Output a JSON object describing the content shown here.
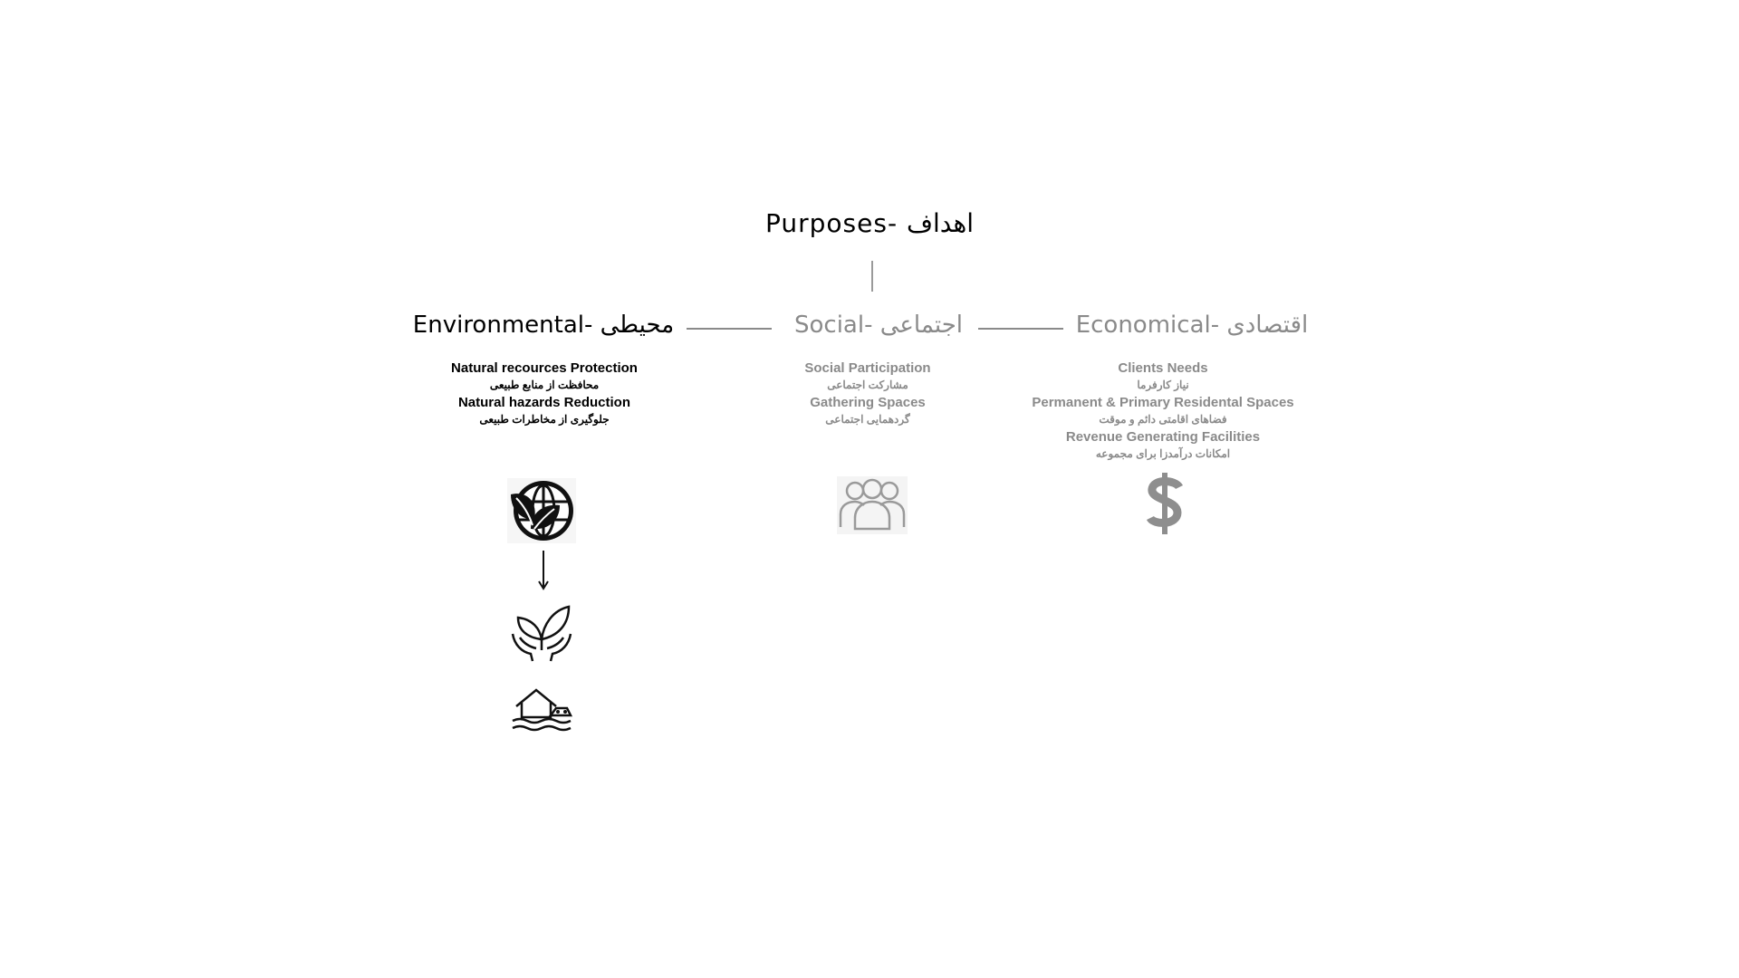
{
  "title": "Purposes- اهداف",
  "columns": [
    {
      "heading": "Environmental- محیطی",
      "items": [
        {
          "en": "Natural recources Protection",
          "fa": "محافظت از منابع طبیعی"
        },
        {
          "en": "Natural hazards Reduction",
          "fa": "جلوگیری از مخاطرات طبیعی"
        }
      ],
      "icons": [
        "globe-leaf-icon",
        "down-arrow-icon",
        "hands-plant-icon",
        "flood-house-icon"
      ]
    },
    {
      "heading": "Social- اجتماعی",
      "items": [
        {
          "en": "Social Participation",
          "fa": "مشارکت اجتماعی"
        },
        {
          "en": "Gathering Spaces",
          "fa": "گردهمایی اجتماعی"
        }
      ],
      "icons": [
        "people-group-icon"
      ]
    },
    {
      "heading": "Economical- اقتصادی",
      "items": [
        {
          "en": "Clients Needs",
          "fa": "نیاز کارفرما"
        },
        {
          "en": "Permanent & Primary Residental Spaces",
          "fa": "فضاهای اقامتی دائم و موقت"
        },
        {
          "en": "Revenue Generating Facilities",
          "fa": "امکانات درآمدزا برای مجموعه"
        }
      ],
      "icons": [
        "dollar-sign-icon"
      ]
    }
  ],
  "colors": {
    "active": "#000000",
    "muted": "#8a8a8a",
    "connector": "#8a8a8a"
  }
}
